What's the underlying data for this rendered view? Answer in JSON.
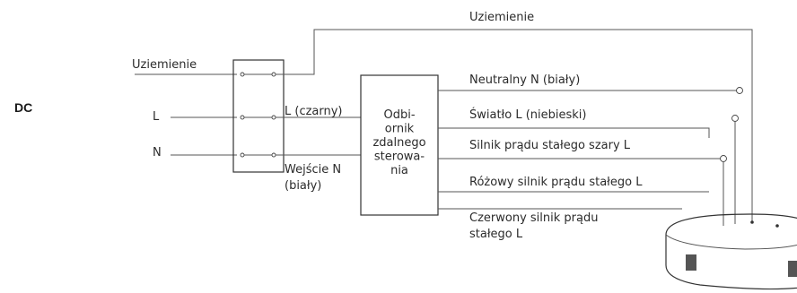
{
  "power_type": "DC",
  "inputs": {
    "ground": "Uziemienie",
    "live": "L",
    "neutral": "N"
  },
  "terminal_labels": {
    "live_black": "L (czarny)",
    "neutral_input_line1": "Wejście N",
    "neutral_input_line2": "(biały)"
  },
  "receiver_lines": [
    "Odbi-",
    "ornik",
    "zdalnego",
    "sterowa-",
    "nia"
  ],
  "outputs": {
    "ground": "Uziemienie",
    "neutral_white": "Neutralny N (biały)",
    "light_blue": "Światło L (niebieski)",
    "motor_grey": "Silnik prądu stałego szary L",
    "motor_pink": "Różowy silnik prądu stałego L",
    "motor_red_line1": "Czerwony silnik prądu",
    "motor_red_line2": "stałego L"
  }
}
